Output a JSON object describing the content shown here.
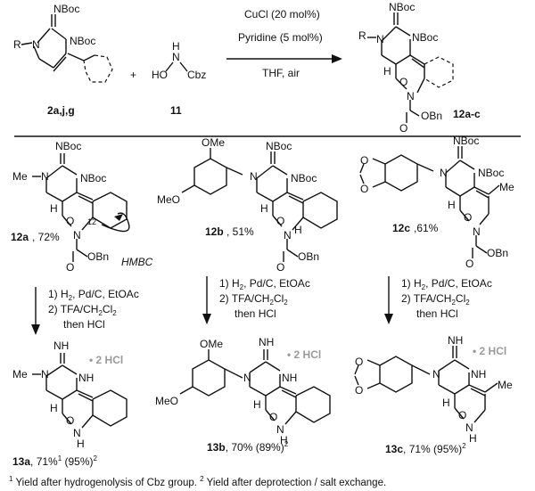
{
  "top": {
    "reactant_label": "2a,j,g",
    "reagent_label": "11",
    "plus": "+",
    "conditions": [
      "CuCl (20 mol%)",
      "Pyridine (5 mol%)",
      "THF, air"
    ],
    "product_label": "12a-c",
    "atoms": {
      "nboc_top": "NBoc",
      "nboc_side": "NBoc",
      "r": "R",
      "n": "N",
      "ho": "HO",
      "nh_n": "N",
      "nh_h": "H",
      "cbz": "Cbz",
      "p_nboc_top": "NBoc",
      "p_nboc_side": "NBoc",
      "p_r": "R",
      "p_n": "N",
      "p_h": "H",
      "p_o": "O",
      "p_n2": "N",
      "p_o2": "O",
      "p_obn": "OBn"
    }
  },
  "middle": {
    "c12a": {
      "label": "12a",
      "yield": ", 72%",
      "hmbc": "HMBC",
      "pos12": "12",
      "atoms": {
        "me": "Me",
        "n1": "N",
        "nboc_top": "NBoc",
        "nboc_side": "NBoc",
        "h": "H",
        "o": "O",
        "n": "N",
        "o2": "O",
        "obn": "OBn"
      }
    },
    "c12b": {
      "label": "12b",
      "yield": ", 51%",
      "atoms": {
        "ome": "OMe",
        "meo": "MeO",
        "n1": "N",
        "nboc_top": "NBoc",
        "nboc_side": "NBoc",
        "h": "H",
        "o": "O",
        "n": "N",
        "h2": "H",
        "o2": "O",
        "obn": "OBn"
      }
    },
    "c12c": {
      "label": "12c",
      "yield": ",61%",
      "atoms": {
        "o_a": "O",
        "o_b": "O",
        "n1": "N",
        "nboc_top": "NBoc",
        "nboc_side": "NBoc",
        "me": "Me",
        "h": "H",
        "o": "O",
        "n": "N",
        "o2": "O",
        "obn": "OBn"
      }
    }
  },
  "conditions2": [
    {
      "step1": "1) H",
      "step1_sub": "2",
      "step1_rest": ", Pd/C, EtOAc",
      "step2": "2) TFA/CH",
      "step2_sub1": "2",
      "step2_mid": "Cl",
      "step2_sub2": "2",
      "step3": "then HCl"
    },
    {
      "step1": "1) H",
      "step1_sub": "2",
      "step1_rest": ", Pd/C, EtOAc",
      "step2": "2) TFA/CH",
      "step2_sub1": "2",
      "step2_mid": "Cl",
      "step2_sub2": "2",
      "step3": "then HCl"
    },
    {
      "step1": "1) H",
      "step1_sub": "2",
      "step1_rest": ", Pd/C, EtOAc",
      "step2": "2) TFA/CH",
      "step2_sub1": "2",
      "step2_mid": "Cl",
      "step2_sub2": "2",
      "step3": "then HCl"
    }
  ],
  "bottom": {
    "c13a": {
      "label": "13a",
      "yield": ", 71%",
      "sup1": "1",
      "paren": " (95%)",
      "sup2": "2",
      "salt": "• 2 HCl",
      "atoms": {
        "nh": "NH",
        "me": "Me",
        "n": "N",
        "nh2": "NH",
        "h": "H",
        "o": "O",
        "nh3": "N",
        "h3": "H"
      }
    },
    "c13b": {
      "label": "13b",
      "yield": ", 70% (89%)",
      "sup2": "2",
      "salt": "• 2 HCl",
      "atoms": {
        "nh": "NH",
        "ome": "OMe",
        "meo": "MeO",
        "n": "N",
        "nh2": "NH",
        "h": "H",
        "o": "O",
        "nh3": "N",
        "h3": "H"
      }
    },
    "c13c": {
      "label": "13c",
      "yield": ", 71% (95%)",
      "sup2": "2",
      "salt": "• 2 HCl",
      "atoms": {
        "nh": "NH",
        "o_a": "O",
        "o_b": "O",
        "n": "N",
        "nh2": "NH",
        "me": "Me",
        "h": "H",
        "o": "O",
        "nh3": "N",
        "h3": "H"
      }
    }
  },
  "footnote": {
    "sup1": "1",
    "text1": " Yield after hydrogenolysis of Cbz group. ",
    "sup2": "2",
    "text2": " Yield after deprotection / salt exchange."
  }
}
